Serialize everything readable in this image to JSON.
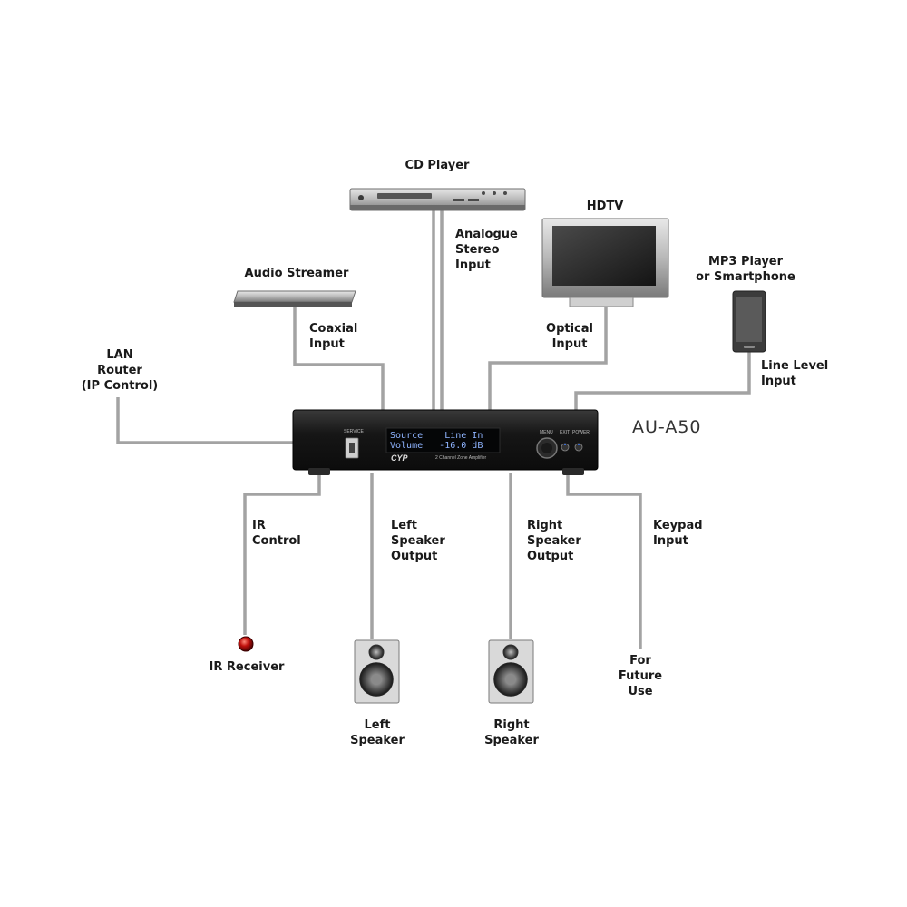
{
  "devices": {
    "cd_player": "CD Player",
    "hdtv": "HDTV",
    "mp3_player": [
      "MP3 Player",
      "or Smartphone"
    ],
    "audio_streamer": "Audio Streamer",
    "lan_router": [
      "LAN",
      "Router",
      "(IP Control)"
    ],
    "ir_receiver": "IR Receiver",
    "left_speaker": [
      "Left",
      "Speaker"
    ],
    "right_speaker": [
      "Right",
      "Speaker"
    ],
    "future_use": [
      "For",
      "Future",
      "Use"
    ]
  },
  "connections": {
    "analogue": [
      "Analogue",
      "Stereo",
      "Input"
    ],
    "coaxial": [
      "Coaxial",
      "Input"
    ],
    "optical": [
      "Optical",
      "Input"
    ],
    "line_level": [
      "Line Level",
      "Input"
    ],
    "ir_control": [
      "IR",
      "Control"
    ],
    "left_output": [
      "Left",
      "Speaker",
      "Output"
    ],
    "right_output": [
      "Right",
      "Speaker",
      "Output"
    ],
    "keypad": [
      "Keypad",
      "Input"
    ]
  },
  "amplifier": {
    "model": "AU-A50",
    "display_line1": "Source    Line In",
    "display_line2": "Volume   -16.0 dB",
    "subtitle": "2 Channel Zone Amplifier",
    "brand": "CYP",
    "service_label": "SERVICE",
    "menu_label": "MENU",
    "exit_label": "EXIT",
    "power_label": "POWER"
  },
  "colors": {
    "cable": "#a3a3a3",
    "device_dark": "#1b1b1b",
    "ir_led": "#c0100c"
  }
}
